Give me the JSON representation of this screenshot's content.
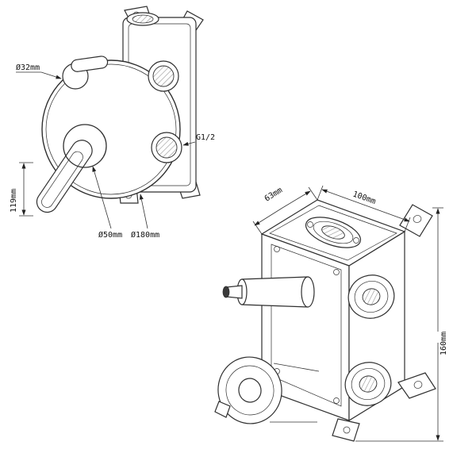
{
  "drawing": {
    "title": "Concealed shower mixer valve technical drawing",
    "colors": {
      "line": "#2f2f2f",
      "hatch": "#8a8a8a",
      "background": "#ffffff"
    },
    "front_view": {
      "labels": {
        "knob_diameter": "Ø32mm",
        "lever_length": "119mm",
        "hub_diameter": "Ø50mm",
        "plate_diameter": "Ø180mm",
        "inlet_thread": "G1/2"
      }
    },
    "iso_view": {
      "labels": {
        "depth": "63mm",
        "width": "100mm",
        "height": "160mm"
      }
    }
  }
}
